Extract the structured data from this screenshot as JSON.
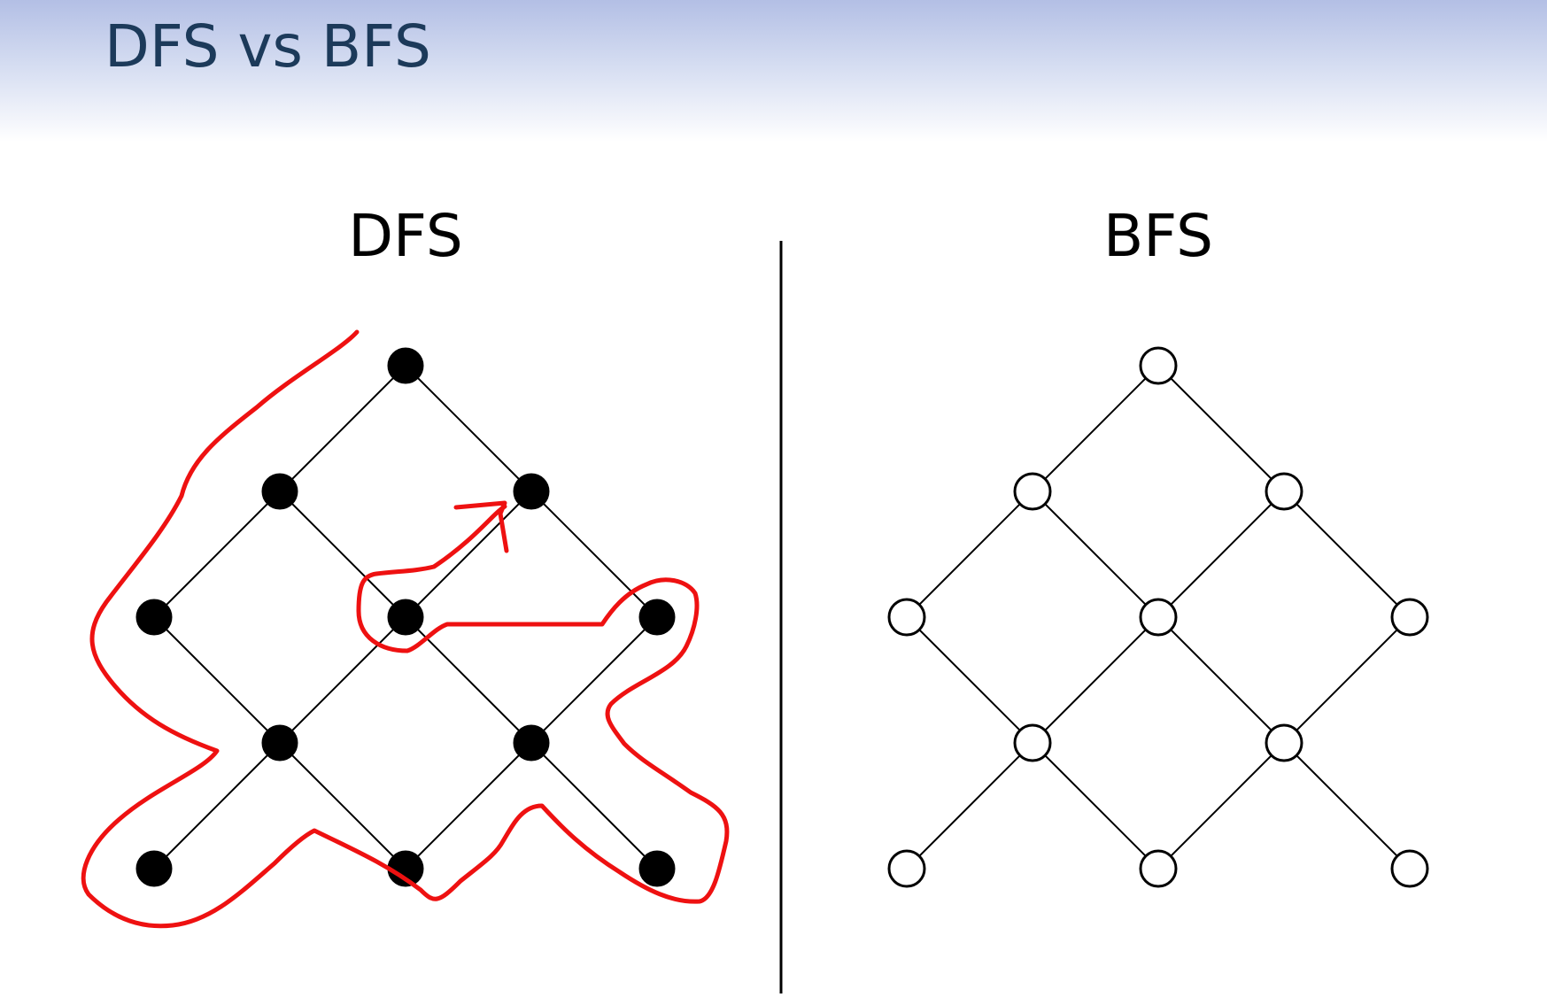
{
  "slide": {
    "title": "DFS vs BFS"
  },
  "panels": {
    "dfs": {
      "title": "DFS",
      "node_style": "filled"
    },
    "bfs": {
      "title": "BFS",
      "node_style": "hollow"
    }
  },
  "graph": {
    "nodes": [
      "r0c0",
      "r1c0",
      "r1c1",
      "r2c0",
      "r2c1",
      "r2c2",
      "r3c0",
      "r3c1",
      "r4c0",
      "r4c1",
      "r4c2"
    ],
    "edges": [
      [
        "r0c0",
        "r1c0"
      ],
      [
        "r0c0",
        "r1c1"
      ],
      [
        "r1c0",
        "r2c0"
      ],
      [
        "r1c0",
        "r2c1"
      ],
      [
        "r1c1",
        "r2c1"
      ],
      [
        "r1c1",
        "r2c2"
      ],
      [
        "r2c0",
        "r3c0"
      ],
      [
        "r2c1",
        "r3c0"
      ],
      [
        "r2c1",
        "r3c1"
      ],
      [
        "r2c2",
        "r3c1"
      ],
      [
        "r3c0",
        "r4c0"
      ],
      [
        "r3c0",
        "r4c1"
      ],
      [
        "r3c1",
        "r4c1"
      ],
      [
        "r3c1",
        "r4c2"
      ]
    ]
  },
  "colors": {
    "title_text": "#1c3a5a",
    "annotation_red": "#ee1111",
    "line": "#000000"
  },
  "annotation": {
    "kind": "hand-drawn-traversal-path",
    "panel": "dfs"
  }
}
